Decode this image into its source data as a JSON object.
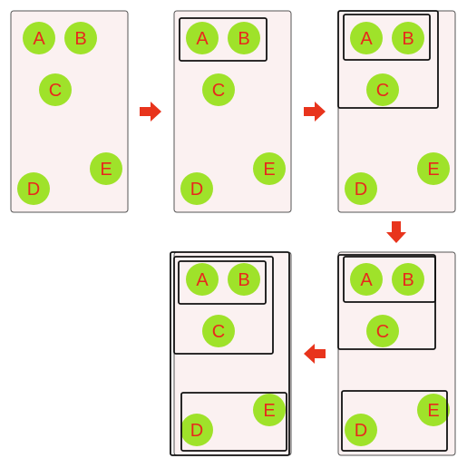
{
  "colors": {
    "panel_fill": "#fbf1f1",
    "panel_border": "#555555",
    "node_fill": "#9fe22a",
    "node_text": "#e8281c",
    "arrow": "#e8341c",
    "group_border": "#111111"
  },
  "panels": [
    {
      "id": "step-1",
      "nodes": [
        {
          "label": "A"
        },
        {
          "label": "B"
        },
        {
          "label": "C"
        },
        {
          "label": "D"
        },
        {
          "label": "E"
        }
      ],
      "groups": []
    },
    {
      "id": "step-2",
      "nodes": [
        {
          "label": "A"
        },
        {
          "label": "B"
        },
        {
          "label": "C"
        },
        {
          "label": "D"
        },
        {
          "label": "E"
        }
      ],
      "groups": [
        {
          "contains": [
            "A",
            "B"
          ]
        }
      ]
    },
    {
      "id": "step-3",
      "nodes": [
        {
          "label": "A"
        },
        {
          "label": "B"
        },
        {
          "label": "C"
        },
        {
          "label": "D"
        },
        {
          "label": "E"
        }
      ],
      "groups": [
        {
          "contains": [
            "A",
            "B"
          ]
        },
        {
          "contains": [
            "A",
            "B",
            "C"
          ]
        }
      ]
    },
    {
      "id": "step-4",
      "nodes": [
        {
          "label": "A"
        },
        {
          "label": "B"
        },
        {
          "label": "C"
        },
        {
          "label": "D"
        },
        {
          "label": "E"
        }
      ],
      "groups": [
        {
          "contains": [
            "A",
            "B"
          ]
        },
        {
          "contains": [
            "A",
            "B",
            "C"
          ]
        },
        {
          "contains": [
            "D",
            "E"
          ]
        }
      ]
    },
    {
      "id": "step-5",
      "nodes": [
        {
          "label": "A"
        },
        {
          "label": "B"
        },
        {
          "label": "C"
        },
        {
          "label": "D"
        },
        {
          "label": "E"
        }
      ],
      "groups": [
        {
          "contains": [
            "A",
            "B"
          ]
        },
        {
          "contains": [
            "A",
            "B",
            "C"
          ]
        },
        {
          "contains": [
            "D",
            "E"
          ]
        },
        {
          "contains": [
            "A",
            "B",
            "C",
            "D",
            "E"
          ]
        }
      ]
    }
  ],
  "arrows": [
    {
      "from": "step-1",
      "to": "step-2",
      "direction": "right"
    },
    {
      "from": "step-2",
      "to": "step-3",
      "direction": "right"
    },
    {
      "from": "step-3",
      "to": "step-4",
      "direction": "down"
    },
    {
      "from": "step-4",
      "to": "step-5",
      "direction": "left"
    }
  ]
}
